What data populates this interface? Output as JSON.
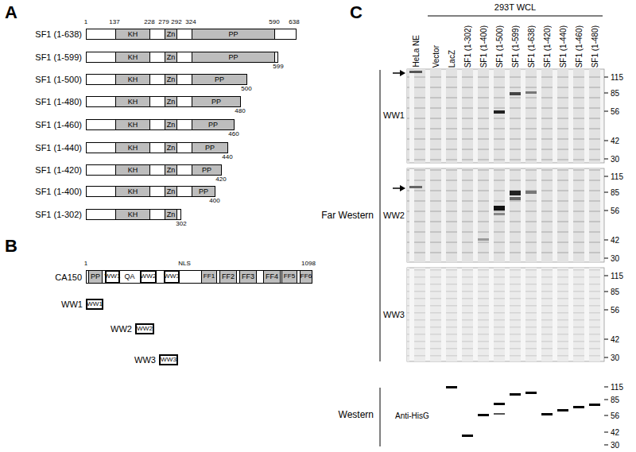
{
  "diagram": {
    "nodes": [
      {
        "text": [
          "SF1 (1-638)"
        ]
      },
      {
        "text": [
          "KH"
        ],
        "in": 0
      },
      {
        "text": [
          "Zn"
        ],
        "in": 0
      },
      {
        "text": [
          "PP"
        ],
        "in": 0
      },
      {
        "text": [
          "SF1 (1-599)"
        ]
      },
      {
        "text": [
          "KH"
        ],
        "in": 4
      },
      {
        "text": [
          "Zn"
        ],
        "in": 4
      },
      {
        "text": [
          "PP"
        ],
        "in": 4
      },
      {
        "text": [
          "SF1 (1-500)"
        ]
      },
      {
        "text": [
          "KH"
        ],
        "in": 8
      },
      {
        "text": [
          "Zn"
        ],
        "in": 8
      },
      {
        "text": [
          "PP"
        ],
        "in": 8
      },
      {
        "text": [
          "SF1 (1-480)"
        ]
      },
      {
        "text": [
          "KH"
        ],
        "in": 12
      },
      {
        "text": [
          "Zn"
        ],
        "in": 12
      },
      {
        "text": [
          "PP"
        ],
        "in": 12
      },
      {
        "text": [
          "SF1 (1-460)"
        ]
      },
      {
        "text": [
          "KH"
        ],
        "in": 16
      },
      {
        "text": [
          "Zn"
        ],
        "in": 16
      },
      {
        "text": [
          "PP"
        ],
        "in": 16
      },
      {
        "text": [
          "SF1 (1-440)"
        ]
      },
      {
        "text": [
          "KH"
        ],
        "in": 20
      },
      {
        "text": [
          "Zn"
        ],
        "in": 20
      },
      {
        "text": [
          "PP"
        ],
        "in": 20
      },
      {
        "text": [
          "SF1 (1-420)"
        ]
      },
      {
        "text": [
          "KH"
        ],
        "in": 24
      },
      {
        "text": [
          "Zn"
        ],
        "in": 24
      },
      {
        "text": [
          "PP"
        ],
        "in": 24
      },
      {
        "text": [
          "SF1 (1-400)"
        ]
      },
      {
        "text": [
          "KH"
        ],
        "in": 28
      },
      {
        "text": [
          "Zn"
        ],
        "in": 28
      },
      {
        "text": [
          "PP"
        ],
        "in": 28
      },
      {
        "text": [
          "SF1 (1-302)"
        ]
      },
      {
        "text": [
          "KH"
        ],
        "in": 32
      },
      {
        "text": [
          "Zn"
        ],
        "in": 32
      },
      {
        "text": [
          "CA150"
        ]
      },
      {
        "text": [
          "PP"
        ],
        "in": 35
      },
      {
        "text": [
          "WW1"
        ],
        "in": 35
      },
      {
        "text": [
          "WW2"
        ],
        "in": 35
      },
      {
        "text": [
          "WW3"
        ],
        "in": 35
      },
      {
        "text": [
          "FF1"
        ],
        "in": 35
      },
      {
        "text": [
          "FF2"
        ],
        "in": 35
      },
      {
        "text": [
          "FF3"
        ],
        "in": 35
      },
      {
        "text": [
          "FF4"
        ],
        "in": 35
      },
      {
        "text": [
          "FF5"
        ],
        "in": 35
      },
      {
        "text": [
          "FF6"
        ],
        "in": 35
      },
      {
        "text": [
          "WW1",
          "WW1"
        ]
      },
      {
        "text": [
          "WW2",
          "WW2"
        ]
      },
      {
        "text": [
          "WW3",
          "WW3"
        ]
      }
    ],
    "labels": [
      "A",
      "1",
      "137",
      "228",
      "279",
      "292",
      "324",
      "590",
      "638",
      "599",
      "500",
      "480",
      "460",
      "440",
      "420",
      "400",
      "302",
      "B",
      "1",
      "NLS",
      "1098",
      "QA",
      "C",
      "293T WCL",
      "HeLa NE",
      "Vector",
      "LacZ",
      "SF1 (1-302)",
      "SF1 (1-400)",
      "SF1 (1-500)",
      "SF1 (1-599)",
      "SF1 (1-638)",
      "SF1 (1-420)",
      "SF1 (1-440)",
      "SF1 (1-460)",
      "SF1 (1-480)",
      "Far Western",
      "WW1",
      "WW2",
      "WW3",
      "115",
      "85",
      "56",
      "42",
      "30",
      "115",
      "85",
      "56",
      "42",
      "30",
      "115",
      "85",
      "56",
      "42",
      "30",
      "Western",
      "Anti-HisG",
      "115",
      "85",
      "56",
      "42",
      "30"
    ]
  }
}
